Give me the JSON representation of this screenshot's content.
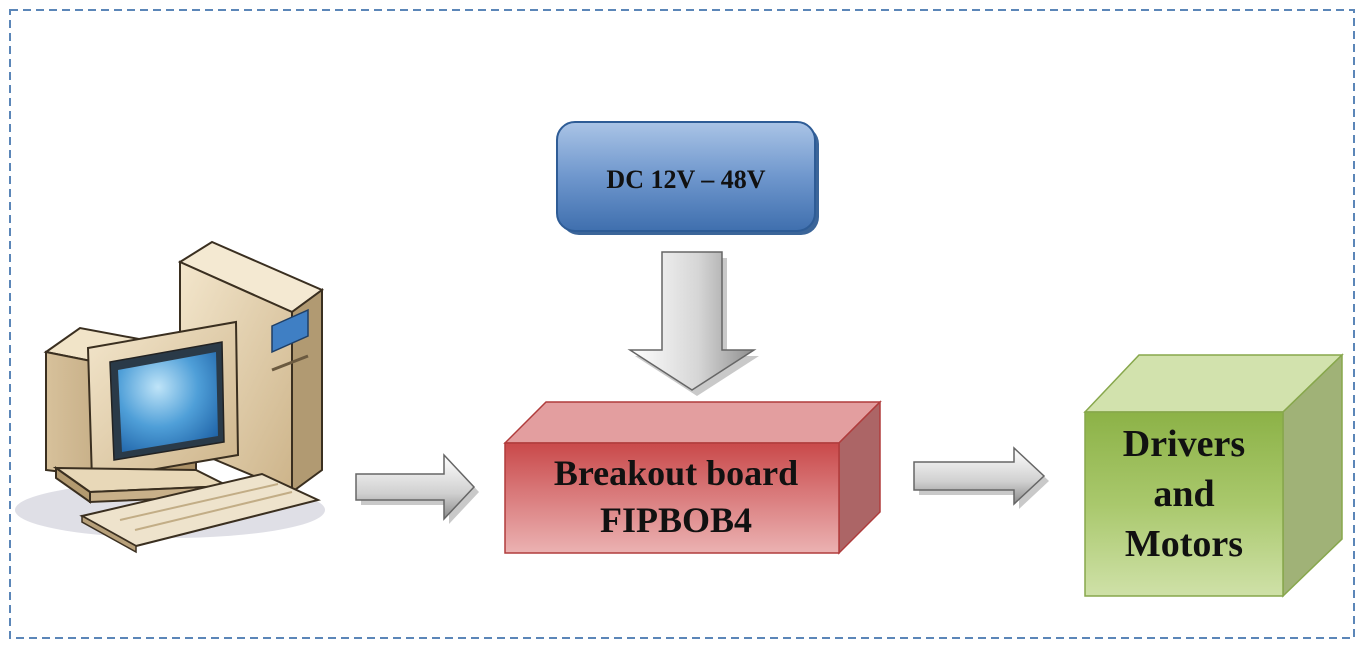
{
  "power_supply": {
    "label": "DC 12V – 48V",
    "color": "#4f81bd"
  },
  "breakout_board": {
    "line1": "Breakout board",
    "line2": "FIPBOB4",
    "color": "#c0504d"
  },
  "drivers_motors": {
    "line1": "Drivers",
    "line2": "and",
    "line3": "Motors",
    "color": "#9bbb59"
  },
  "computer": {
    "icon": "desktop-computer-icon"
  },
  "frame": {
    "border": "dashed",
    "border_color": "#5b86b8"
  }
}
